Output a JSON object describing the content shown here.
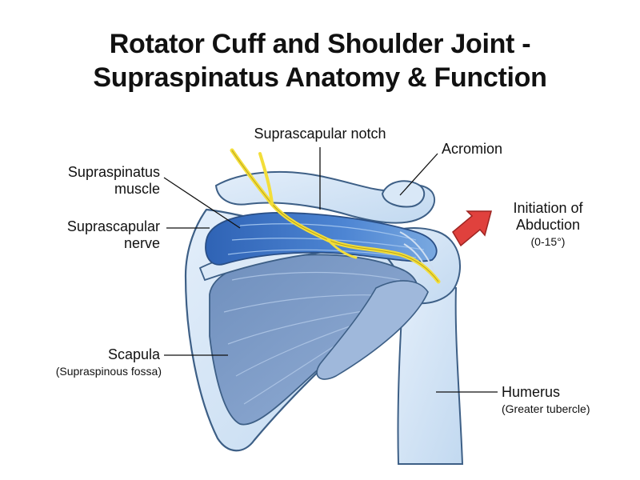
{
  "title": {
    "line1": "Rotator Cuff and Shoulder Joint -",
    "line2": "Supraspinatus Anatomy & Function"
  },
  "labels": {
    "suprascapular_notch": "Suprascapular notch",
    "acromion": "Acromion",
    "supraspinatus_line1": "Supraspinatus",
    "supraspinatus_line2": "muscle",
    "nerve_line1": "Suprascapular",
    "nerve_line2": "nerve",
    "abduction_line1": "Initiation of",
    "abduction_line2": "Abduction",
    "abduction_range": "(0-15°)",
    "scapula": "Scapula",
    "scapula_sub": "(Supraspinous fossa)",
    "humerus": "Humerus",
    "humerus_sub": "(Greater tubercle)"
  },
  "colors": {
    "bone_fill": "#cfe3f5",
    "bone_outline": "#3d5f86",
    "muscle_dark": "#3b73c4",
    "muscle_light": "#6fa0dc",
    "infraspinatus": "#7d9cc6",
    "nerve": "#f3de3a",
    "arrow": "#e0413d"
  }
}
